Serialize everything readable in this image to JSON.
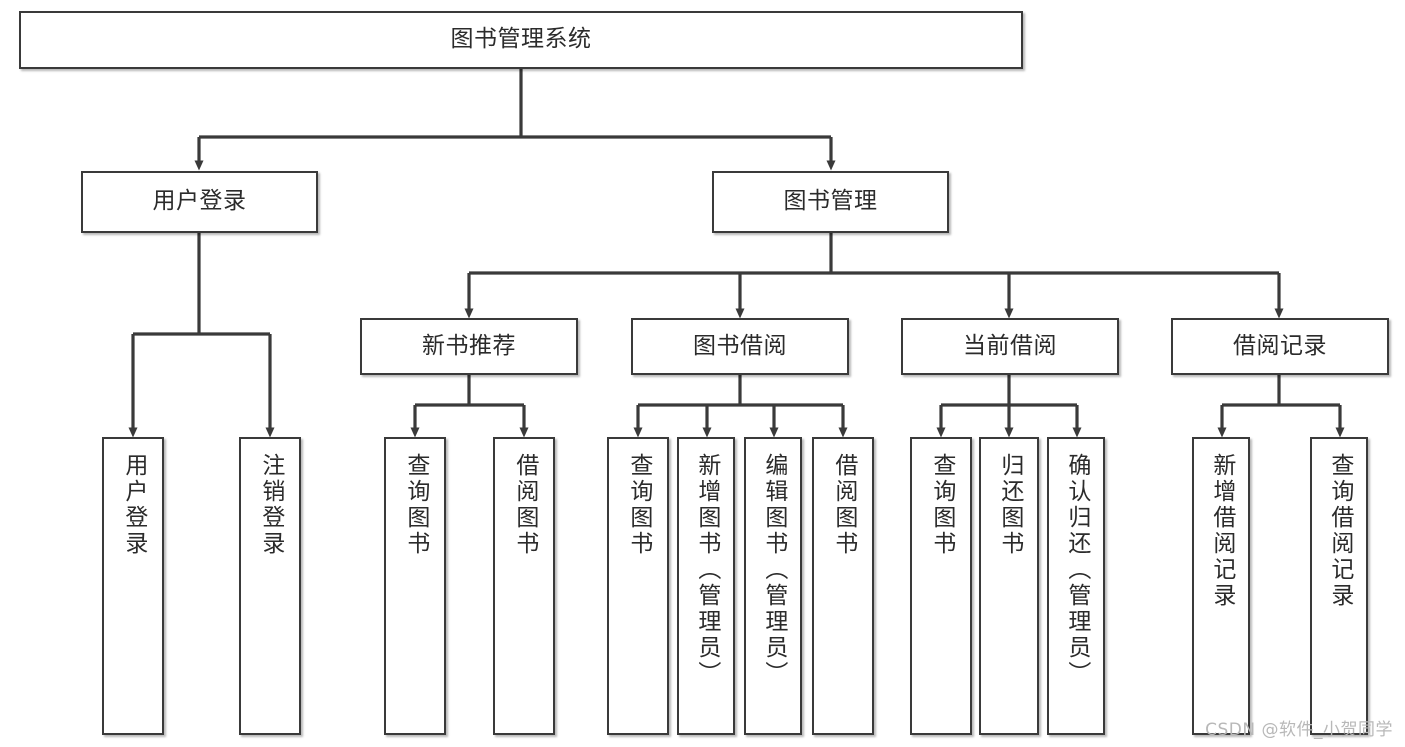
{
  "diagram": {
    "title": "图书管理系统",
    "type": "tree-hierarchy-diagram",
    "colors": {
      "box_border": "#3a3a3a",
      "box_fill": "#ffffff",
      "connector": "#3a3a3a",
      "text": "#2b2b2b",
      "watermark": "#b8b8b8",
      "background": "#ffffff"
    },
    "nodes": {
      "root": {
        "label": "图书管理系统"
      },
      "level2": [
        {
          "label": "用户登录"
        },
        {
          "label": "图书管理"
        }
      ],
      "level3": [
        {
          "label": "新书推荐"
        },
        {
          "label": "图书借阅"
        },
        {
          "label": "当前借阅"
        },
        {
          "label": "借阅记录"
        }
      ],
      "leaves_user_login": [
        {
          "label": "用户登录"
        },
        {
          "label": "注销登录"
        }
      ],
      "leaves_new_book": [
        {
          "label": "查询图书"
        },
        {
          "label": "借阅图书"
        }
      ],
      "leaves_book_borrow": [
        {
          "label": "查询图书"
        },
        {
          "label": "新增图书（管理员）"
        },
        {
          "label": "编辑图书（管理员）"
        },
        {
          "label": "借阅图书"
        }
      ],
      "leaves_current_borrow": [
        {
          "label": "查询图书"
        },
        {
          "label": "归还图书"
        },
        {
          "label": "确认归还（管理员）"
        }
      ],
      "leaves_borrow_record": [
        {
          "label": "新增借阅记录"
        },
        {
          "label": "查询借阅记录"
        }
      ]
    },
    "watermark": "CSDN @软件_小贺同学"
  }
}
